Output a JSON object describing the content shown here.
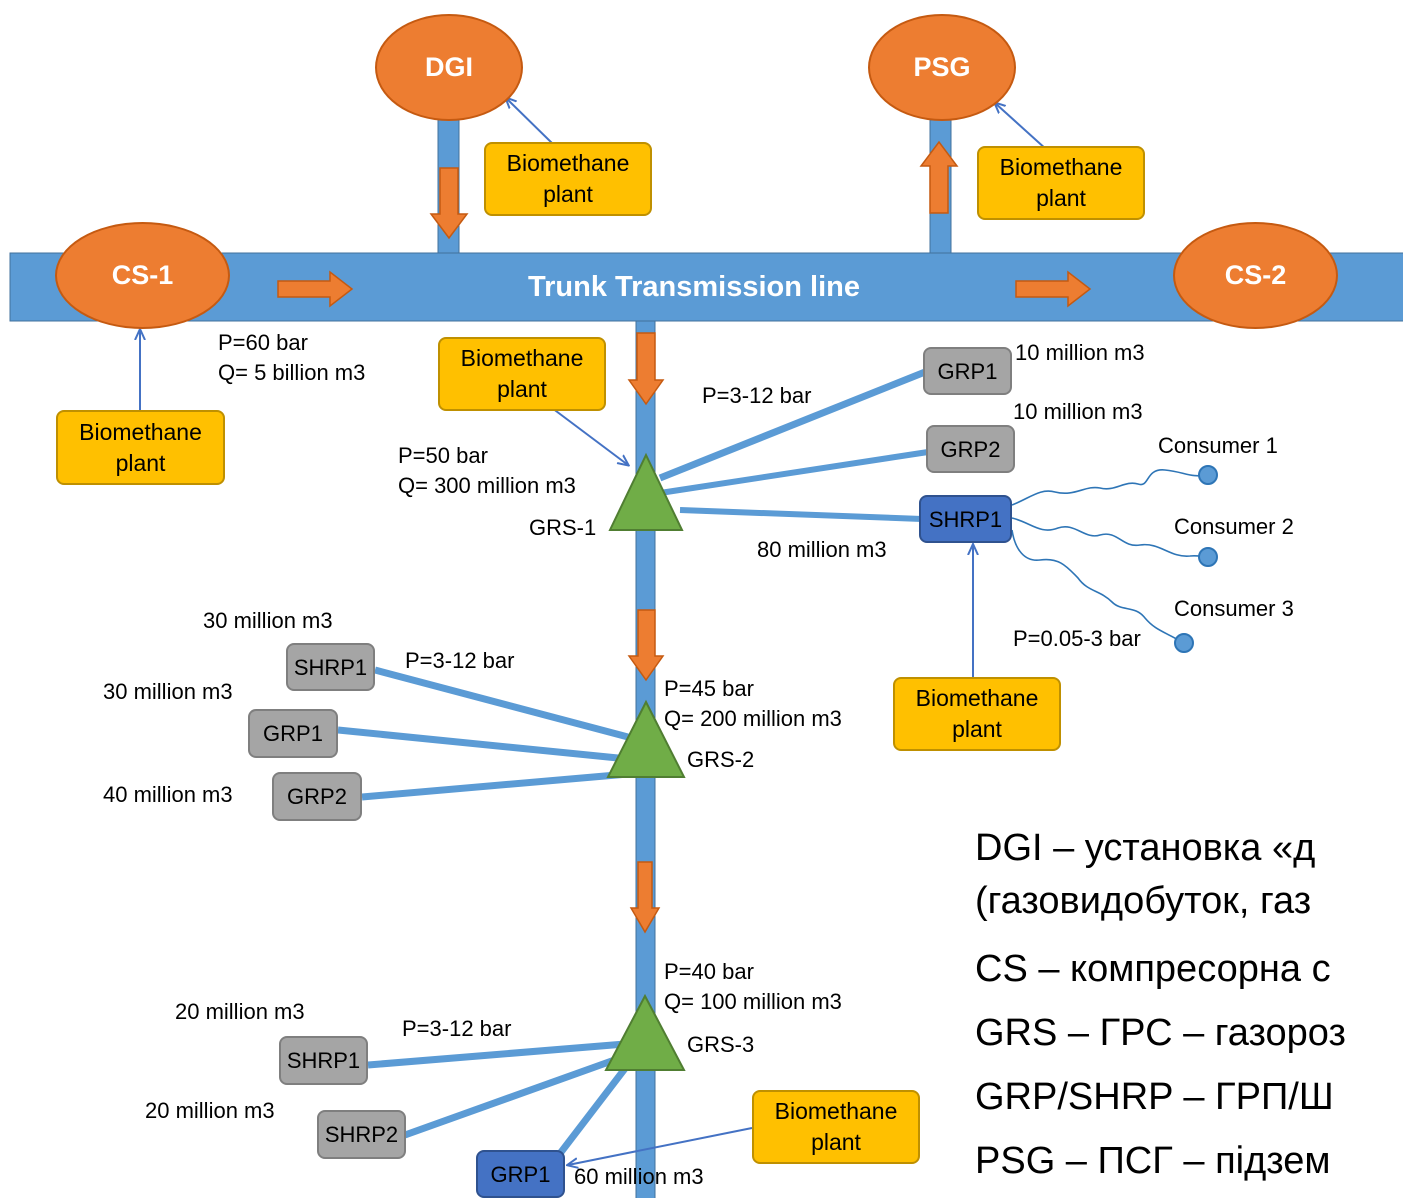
{
  "nodes": {
    "dgi": "DGI",
    "psg": "PSG",
    "cs1": "CS-1",
    "cs2": "CS-2",
    "grs1": "GRS-1",
    "grs2": "GRS-2",
    "grs3": "GRS-3"
  },
  "trunk_label": "Trunk Transmission line",
  "biomethane_label": "Biomethane\nplant",
  "trunk_params": "P=60 bar\nQ= 5 billion m3",
  "grs1": {
    "params": "P=50 bar\nQ= 300 million m3",
    "pressure": "P=3-12 bar",
    "grp1": "GRP1",
    "grp1_flow": "10 million m3",
    "grp2": "GRP2",
    "grp2_flow": "10 million m3",
    "shrp1": "SHRP1",
    "shrp1_flow": "80 million m3",
    "consumer1": "Consumer 1",
    "consumer2": "Consumer 2",
    "consumer3": "Consumer 3",
    "consumer_pressure": "P=0.05-3 bar"
  },
  "grs2": {
    "params": "P=45 bar\nQ= 200 million m3",
    "pressure": "P=3-12 bar",
    "shrp1": "SHRP1",
    "shrp1_flow": "30 million m3",
    "grp1": "GRP1",
    "grp1_flow": "30 million m3",
    "grp2": "GRP2",
    "grp2_flow": "40 million m3"
  },
  "grs3": {
    "params": "P=40 bar\nQ= 100 million m3",
    "pressure": "P=3-12 bar",
    "shrp1": "SHRP1",
    "shrp1_flow": "20 million m3",
    "shrp2": "SHRP2",
    "shrp2_flow": "20 million m3",
    "grp1": "GRP1",
    "grp1_flow": "60 million m3"
  },
  "legend": [
    "DGI – установка «д",
    "(газовидобуток, газ",
    "CS – компресорна с",
    "GRS – ГРС – газороз",
    "GRP/SHRP – ГРП/Ш",
    "PSG – ПСГ – підзем"
  ],
  "colors": {
    "pipe": "#5b9bd5",
    "flow_arrow": "#ed7d31",
    "station": "#70ad47",
    "biomethane": "#ffc000",
    "grey_point": "#a5a5a5",
    "blue_point": "#4472c4"
  }
}
